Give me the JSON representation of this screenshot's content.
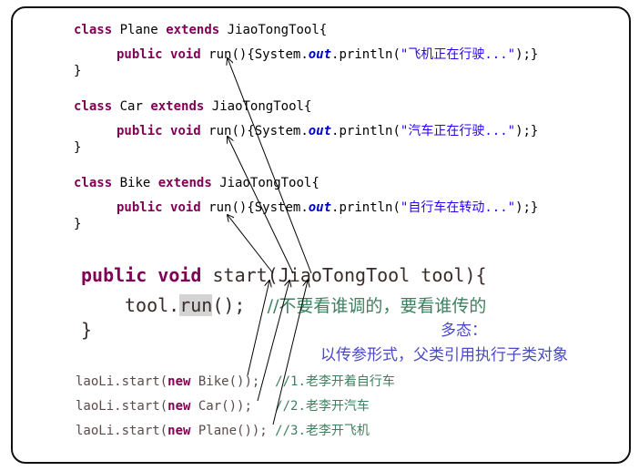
{
  "classes": [
    {
      "name": "Plane",
      "msg": "\"飞机正在行驶...\""
    },
    {
      "name": "Car",
      "msg": "\"汽车正在行驶...\""
    },
    {
      "name": "Bike",
      "msg": "\"自行车在转动...\""
    }
  ],
  "code": {
    "class_kw": "class",
    "extends_kw": "extends",
    "parent": "JiaoTongTool{",
    "public": "public",
    "void": "void",
    "run_open": "run(){System.",
    "out": "out",
    "println": ".println(",
    "close": ");}",
    "brace": "}"
  },
  "start": {
    "public": "public",
    "void": "void",
    "sig": "start(JiaoTongTool tool){",
    "tool": "tool.",
    "run": "run",
    "rest": "();",
    "comment": "//不要看谁调的，要看谁传的",
    "brace": "}"
  },
  "notes": {
    "line1": "多态：",
    "line2": "以传参形式，父类引用执行子类对象"
  },
  "calls": [
    {
      "pre": "laoLi.start(",
      "new": "new",
      "arg": " Bike());",
      "comment": "  //1.老李开着自行车"
    },
    {
      "pre": "laoLi.start(",
      "new": "new",
      "arg": " Car());",
      "comment": "   //2.老李开汽车"
    },
    {
      "pre": "laoLi.start(",
      "new": "new",
      "arg": " Plane());",
      "comment": " //3.老李开飞机"
    }
  ]
}
